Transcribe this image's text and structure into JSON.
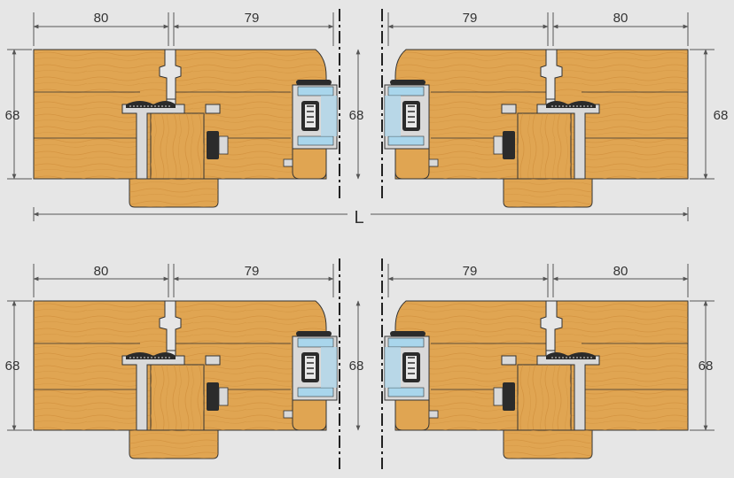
{
  "colors": {
    "background": "#e6e6e6",
    "wood": "#e0a552",
    "wood_grain": "#c98733",
    "wood_outline": "#333333",
    "metal": "#d9d9d9",
    "glass": "#a9d6ec",
    "gasket": "#2b2b2b",
    "dimension": "#555555",
    "axis": "#222222"
  },
  "dimensions": {
    "top_left_width": "80",
    "top_left_inner_width": "79",
    "top_right_inner_width": "79",
    "top_right_width": "80",
    "bottom_left_width": "80",
    "bottom_left_inner_width": "79",
    "bottom_right_inner_width": "79",
    "bottom_right_width": "80",
    "top_left_height": "68",
    "top_center_height": "68",
    "top_right_height": "68",
    "bottom_left_height": "68",
    "bottom_center_height": "68",
    "bottom_right_height": "68",
    "span_label": "L"
  },
  "icons": {
    "axis": "center-axis-dashdot",
    "seal": "gasket-seal",
    "glazing": "insulated-glass-unit"
  }
}
